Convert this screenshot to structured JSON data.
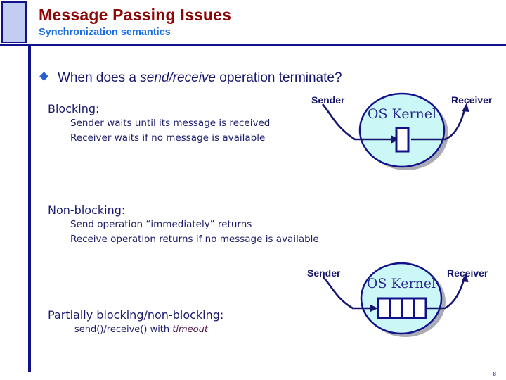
{
  "slide": {
    "title": "Message Passing Issues",
    "subtitle": "Synchronization semantics",
    "page_number": "8",
    "colors": {
      "title": "#8c0606",
      "subtitle": "#1a6ee0",
      "body": "#1b1b6b",
      "rule": "#11118c",
      "corner_fill": "#c3cdf2",
      "kernel_fill": "#ccf7f7",
      "kernel_stroke": "#11118c",
      "accent_timeout": "#4d1044"
    }
  },
  "bullet": {
    "lead": "When does a ",
    "emphasis": "send/receive",
    "trail": " operation terminate?"
  },
  "blocks": [
    {
      "heading": "Blocking:",
      "lines": [
        "Sender waits until its message is received",
        "Receiver waits if no message is available"
      ]
    },
    {
      "heading": "Non-blocking:",
      "lines": [
        "Send operation “immediately” returns",
        "Receive operation returns if no message is available"
      ]
    },
    {
      "heading": "Partially blocking/non-blocking:",
      "lines_rich": {
        "prefix": "send()/receive() with ",
        "emphasis": "timeout"
      }
    }
  ],
  "diagrams": [
    {
      "id": "blocking-diagram",
      "kernel_label": "OS Kernel",
      "sender_label": "Sender",
      "receiver_label": "Receiver",
      "buffer_slots": 1
    },
    {
      "id": "nonblocking-diagram",
      "kernel_label": "OS Kernel",
      "sender_label": "Sender",
      "receiver_label": "Receiver",
      "buffer_slots": 4
    }
  ]
}
